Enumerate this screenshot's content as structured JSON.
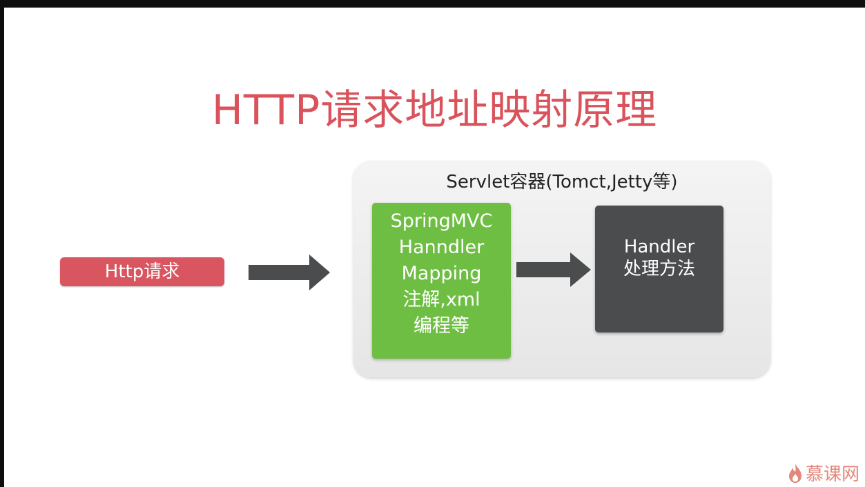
{
  "slide": {
    "title": "HTTP请求地址映射原理"
  },
  "request": {
    "label": "Http请求"
  },
  "container": {
    "title": "Servlet容器(Tomct,Jetty等)"
  },
  "mapping": {
    "lines": [
      "SpringMVC",
      "Hanndler",
      "Mapping",
      "注解,xml",
      "编程等"
    ]
  },
  "handler": {
    "lines": [
      "Handler",
      "处理方法"
    ]
  },
  "watermark": {
    "text": "慕课网",
    "icon": "flame-icon"
  },
  "colors": {
    "title": "#d9535c",
    "request_box": "#d95660",
    "mapping_box": "#6fbe44",
    "handler_box": "#4b4c4e",
    "arrow": "#4a4c4e"
  }
}
